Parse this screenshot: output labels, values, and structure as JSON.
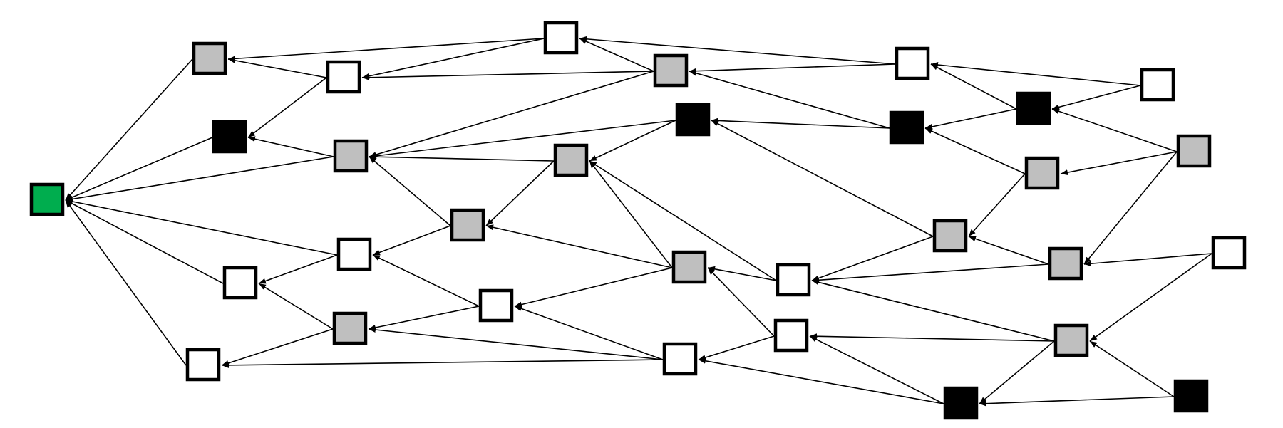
{
  "diagram": {
    "type": "directed-graph",
    "node_shape": "square",
    "colors": {
      "root": "#00AD4E",
      "gray": "#BFBFBF",
      "white": "#FFFFFF",
      "black": "#000000",
      "stroke": "#000000",
      "edge": "#000000"
    },
    "nodes": [
      {
        "id": "root",
        "fill": "root"
      },
      {
        "id": "A",
        "fill": "gray"
      },
      {
        "id": "B",
        "fill": "white"
      },
      {
        "id": "C",
        "fill": "black"
      },
      {
        "id": "D",
        "fill": "gray"
      },
      {
        "id": "E",
        "fill": "white"
      },
      {
        "id": "F",
        "fill": "gray"
      },
      {
        "id": "G",
        "fill": "black"
      },
      {
        "id": "H",
        "fill": "gray"
      },
      {
        "id": "I",
        "fill": "gray"
      },
      {
        "id": "J",
        "fill": "white"
      },
      {
        "id": "K",
        "fill": "white"
      },
      {
        "id": "L",
        "fill": "gray"
      },
      {
        "id": "M",
        "fill": "white"
      },
      {
        "id": "N",
        "fill": "white"
      },
      {
        "id": "O",
        "fill": "gray"
      },
      {
        "id": "P",
        "fill": "white"
      },
      {
        "id": "Q",
        "fill": "white"
      },
      {
        "id": "R",
        "fill": "white"
      },
      {
        "id": "S",
        "fill": "white"
      },
      {
        "id": "T",
        "fill": "black"
      },
      {
        "id": "U",
        "fill": "black"
      },
      {
        "id": "V",
        "fill": "white"
      },
      {
        "id": "W",
        "fill": "gray"
      },
      {
        "id": "X",
        "fill": "gray"
      },
      {
        "id": "Y",
        "fill": "gray"
      },
      {
        "id": "Z",
        "fill": "gray"
      },
      {
        "id": "AA",
        "fill": "white"
      },
      {
        "id": "AB",
        "fill": "gray"
      },
      {
        "id": "AC",
        "fill": "black"
      },
      {
        "id": "AD",
        "fill": "black"
      }
    ],
    "edges": [
      [
        "A",
        "root"
      ],
      [
        "C",
        "root"
      ],
      [
        "D",
        "root"
      ],
      [
        "J",
        "root"
      ],
      [
        "K",
        "root"
      ],
      [
        "M",
        "root"
      ],
      [
        "B",
        "A"
      ],
      [
        "E",
        "A"
      ],
      [
        "B",
        "C"
      ],
      [
        "D",
        "C"
      ],
      [
        "E",
        "B"
      ],
      [
        "F",
        "B"
      ],
      [
        "S",
        "E"
      ],
      [
        "F",
        "E"
      ],
      [
        "S",
        "F"
      ],
      [
        "T",
        "F"
      ],
      [
        "F",
        "D"
      ],
      [
        "G",
        "D"
      ],
      [
        "H",
        "D"
      ],
      [
        "I",
        "D"
      ],
      [
        "T",
        "G"
      ],
      [
        "Y",
        "G"
      ],
      [
        "U",
        "T"
      ],
      [
        "W",
        "T"
      ],
      [
        "V",
        "U"
      ],
      [
        "X",
        "U"
      ],
      [
        "U",
        "S"
      ],
      [
        "V",
        "S"
      ],
      [
        "G",
        "H"
      ],
      [
        "O",
        "H"
      ],
      [
        "P",
        "H"
      ],
      [
        "H",
        "I"
      ],
      [
        "O",
        "I"
      ],
      [
        "I",
        "J"
      ],
      [
        "N",
        "J"
      ],
      [
        "J",
        "K"
      ],
      [
        "L",
        "K"
      ],
      [
        "L",
        "M"
      ],
      [
        "Q",
        "M"
      ],
      [
        "N",
        "L"
      ],
      [
        "Q",
        "L"
      ],
      [
        "O",
        "N"
      ],
      [
        "Q",
        "N"
      ],
      [
        "P",
        "O"
      ],
      [
        "R",
        "O"
      ],
      [
        "Y",
        "P"
      ],
      [
        "Z",
        "P"
      ],
      [
        "AB",
        "P"
      ],
      [
        "R",
        "Q"
      ],
      [
        "AC",
        "Q"
      ],
      [
        "AB",
        "R"
      ],
      [
        "AC",
        "R"
      ],
      [
        "X",
        "W"
      ],
      [
        "W",
        "Y"
      ],
      [
        "Z",
        "Y"
      ],
      [
        "X",
        "Z"
      ],
      [
        "AA",
        "Z"
      ],
      [
        "AA",
        "AB"
      ],
      [
        "AD",
        "AB"
      ],
      [
        "AB",
        "AC"
      ],
      [
        "AD",
        "AC"
      ]
    ]
  }
}
